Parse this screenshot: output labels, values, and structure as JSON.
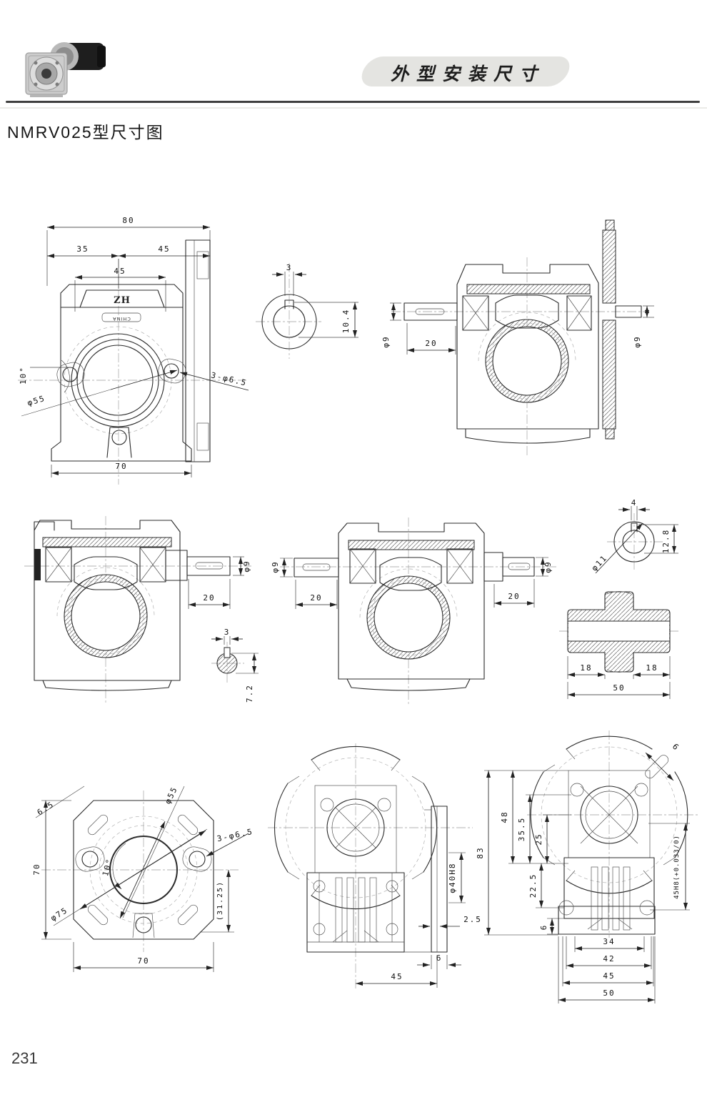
{
  "page": {
    "band_title": "外型安装尺寸",
    "title": "NMRV025型尺寸图",
    "page_number": "231"
  },
  "views": {
    "front": {
      "w80": "80",
      "w35": "35",
      "w45a": "45",
      "w45b": "45",
      "zh": "ZH",
      "china": "CHINA",
      "angle": "10°",
      "dia55": "φ55",
      "holes": "3-φ6.5",
      "w70": "70"
    },
    "input_key": {
      "w": "3",
      "h": "10.4"
    },
    "side_section": {
      "dia_in": "φ9",
      "len_in": "20",
      "dia_out": "φ9"
    },
    "output_single": {
      "dia": "φ9",
      "len": "20",
      "key_w": "3",
      "key_h": "7.2"
    },
    "output_double": {
      "dia_l": "φ9",
      "len_l": "20",
      "dia_r": "φ9",
      "len_r": "20"
    },
    "hollow_bore": {
      "key_w": "4",
      "key_h": "12.8",
      "dia": "φ11"
    },
    "worm_section": {
      "len_l": "18",
      "len_r": "18",
      "len_total": "50"
    },
    "rear_flange": {
      "slot": "6.5",
      "dia55": "φ55",
      "holes": "3-φ6.5",
      "angle": "10°",
      "dia75": "φ75",
      "h70": "70",
      "off": "(31.25)",
      "w70": "70"
    },
    "side_output": {
      "bore": "φ40H8",
      "t1": "2.5",
      "t2": "6",
      "len": "45"
    },
    "rear_view": {
      "h83": "83",
      "h48": "48",
      "h355": "35.5",
      "h25": "25",
      "h225": "22.5",
      "h6": "6",
      "slot6": "6",
      "hub": "45H8(+0.033/0)",
      "w34": "34",
      "w42": "42",
      "w45": "45",
      "w50": "50"
    }
  }
}
